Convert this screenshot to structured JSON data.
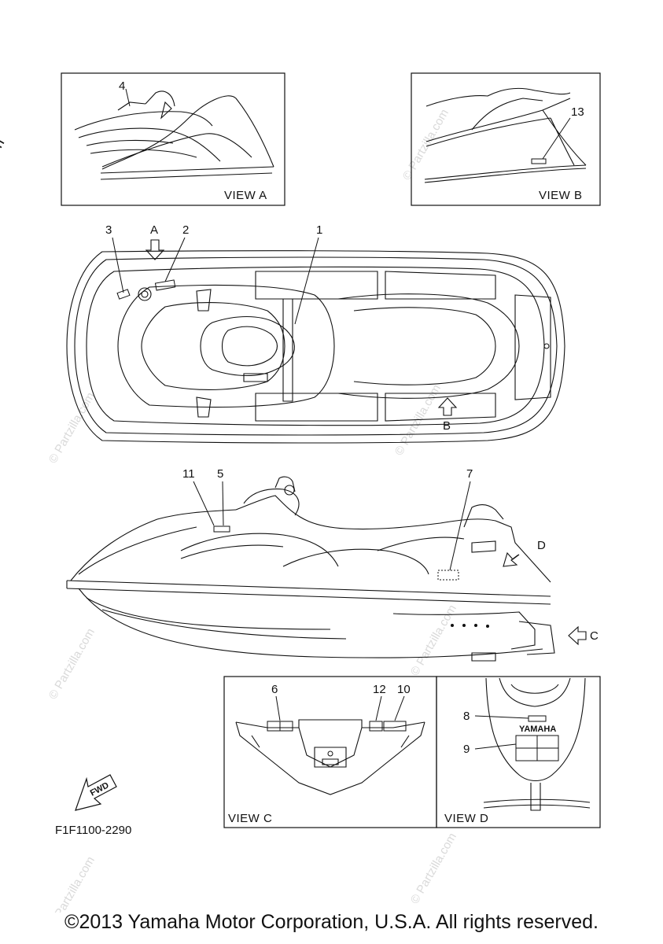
{
  "watermark": "© Partzilla.com",
  "watermark_faint": "© Partzilla.com",
  "views": {
    "a": "VIEW A",
    "b": "VIEW B",
    "c": "VIEW C",
    "d": "VIEW D"
  },
  "arrows": {
    "a": "A",
    "b": "B",
    "c": "C",
    "d": "D"
  },
  "callouts": {
    "c1": "1",
    "c2": "2",
    "c3": "3",
    "c4": "4",
    "c5": "5",
    "c6": "6",
    "c7": "7",
    "c8": "8",
    "c9": "9",
    "c10": "10",
    "c11": "11",
    "c12": "12",
    "c13": "13"
  },
  "fwd_label": "FWD",
  "brand_decal": "YAMAHA",
  "part_code": "F1F1100-2290",
  "copyright": "©2013 Yamaha Motor Corporation, U.S.A. All rights reserved."
}
